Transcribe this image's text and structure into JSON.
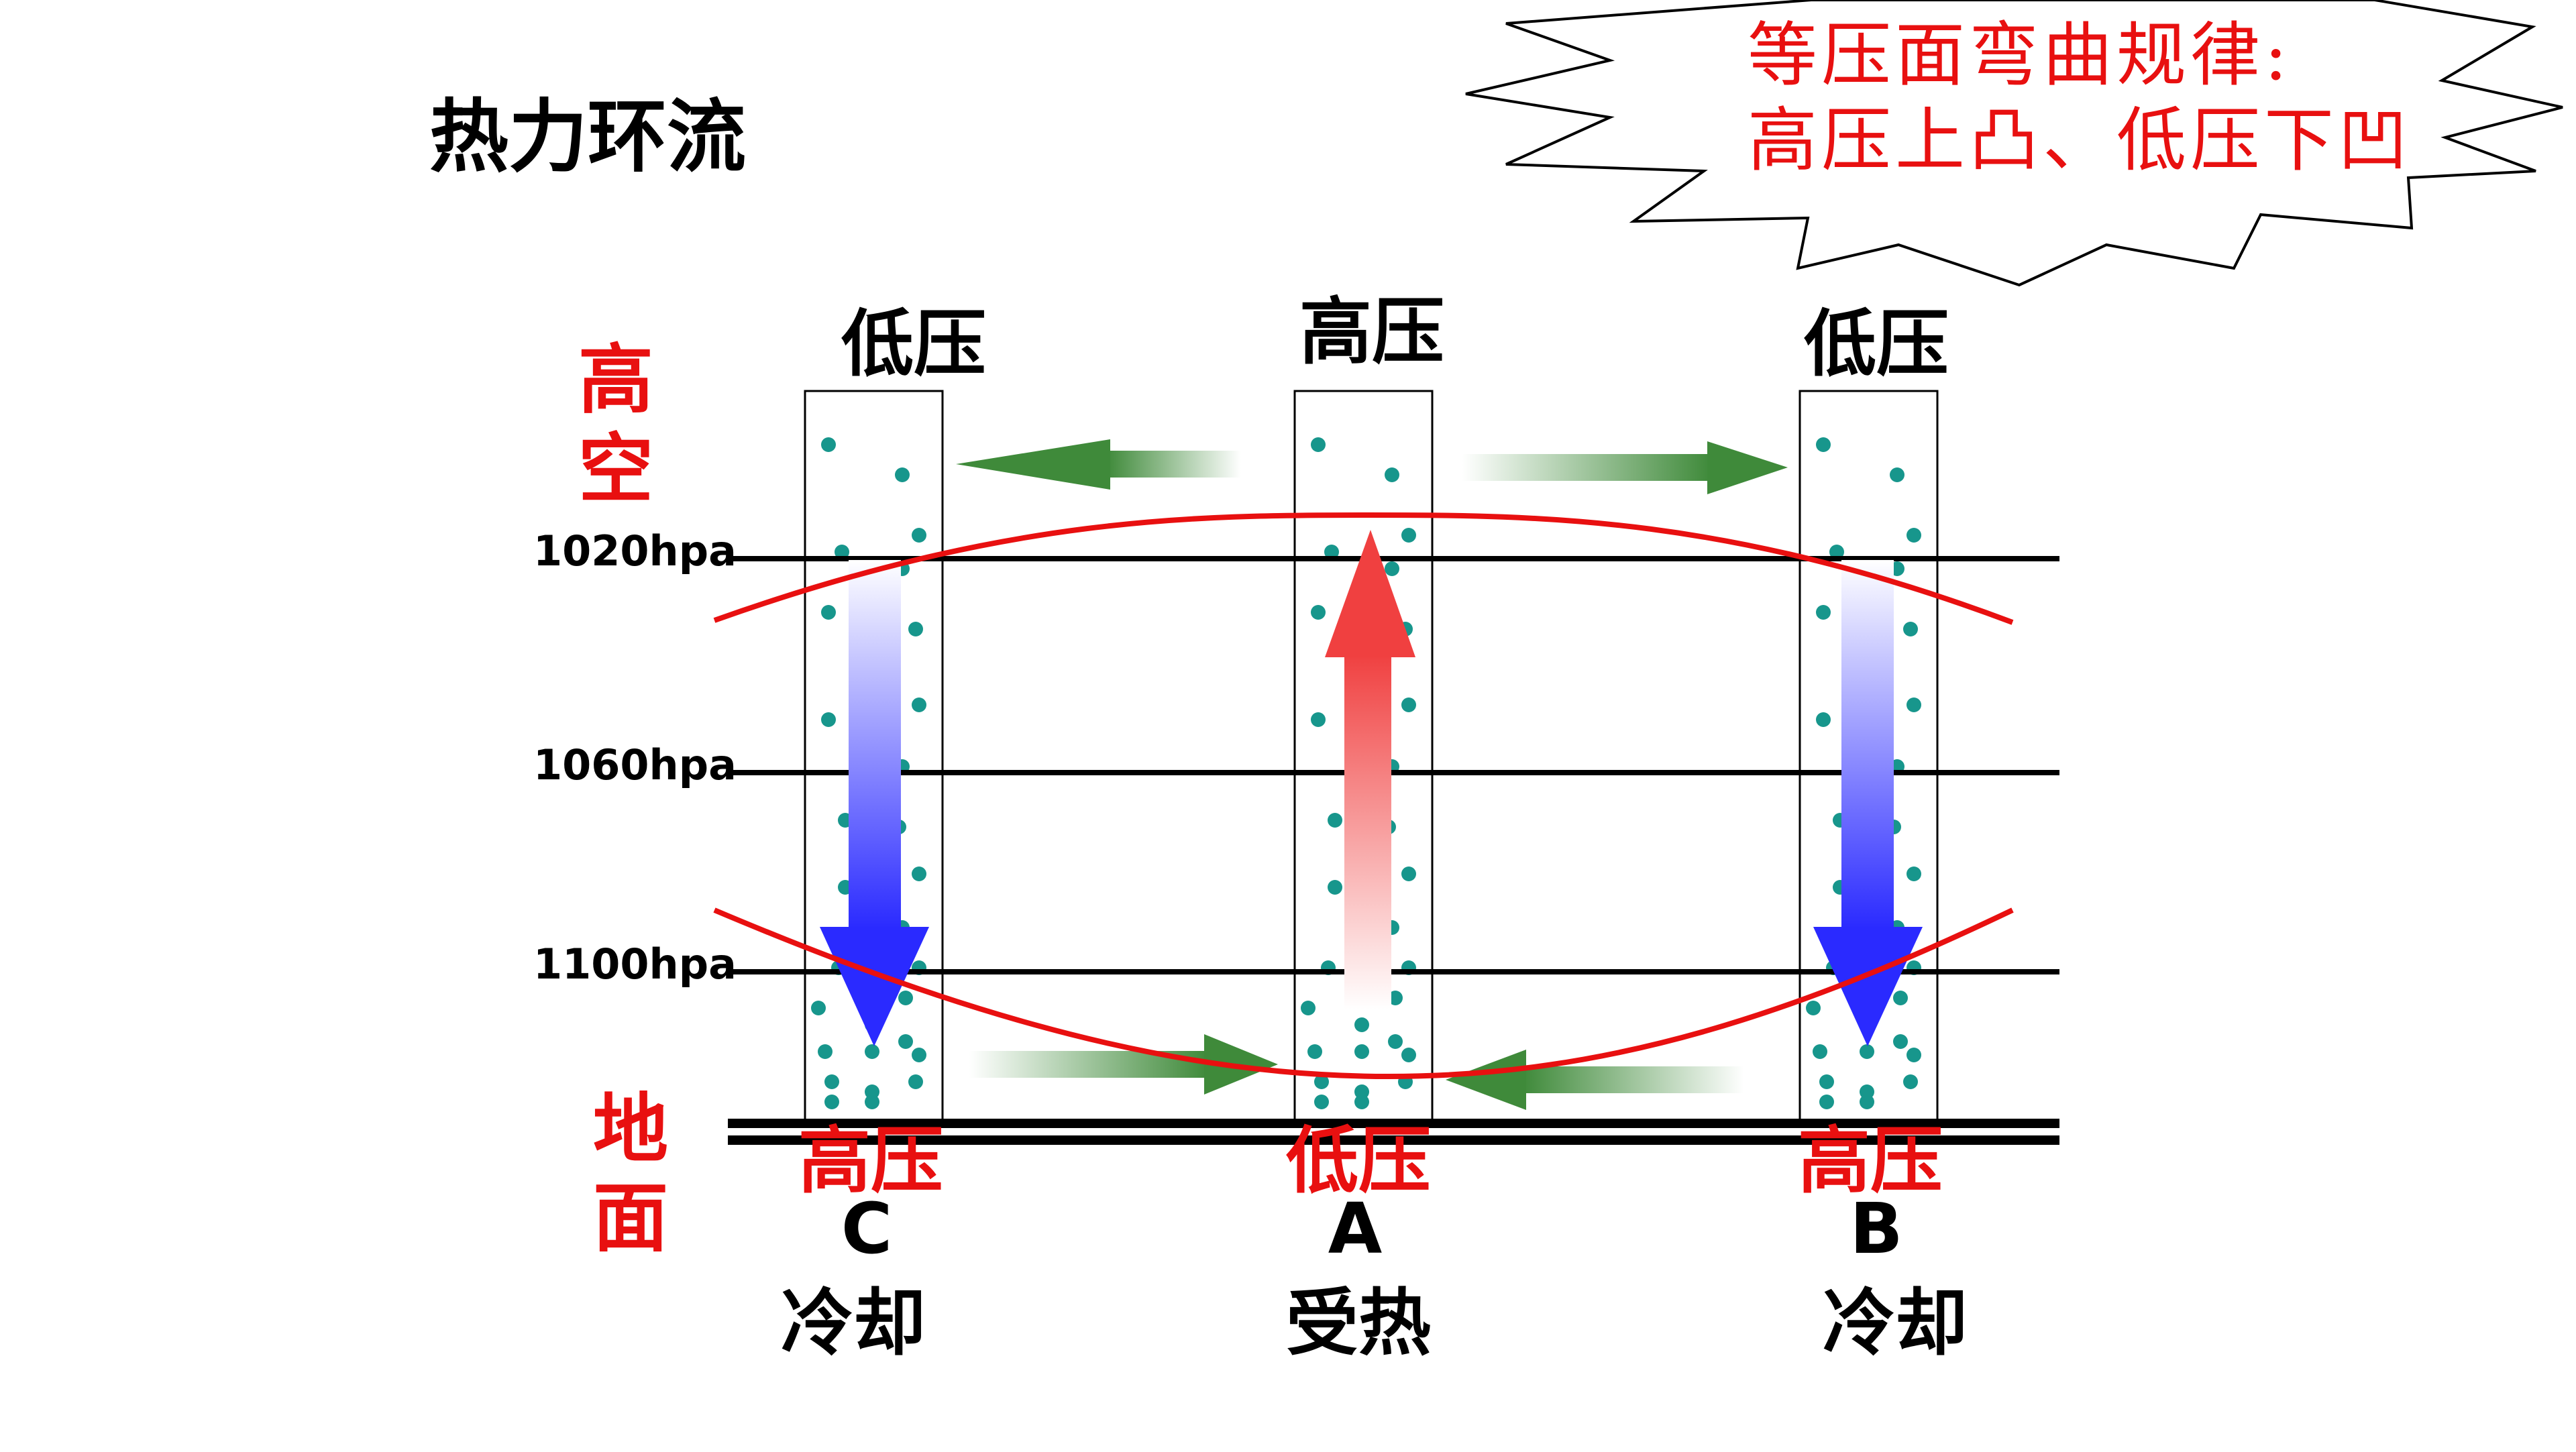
{
  "title": "热力环流",
  "callout": {
    "line1": "等压面弯曲规律:",
    "line2": "高压上凸、低压下凹"
  },
  "side_labels": {
    "upper": [
      "高",
      "空"
    ],
    "ground": [
      "地",
      "面"
    ]
  },
  "isobars": [
    {
      "label": "1020hpa"
    },
    {
      "label": "1060hpa"
    },
    {
      "label": "1100hpa"
    }
  ],
  "columns": [
    {
      "id": "C",
      "upper_pressure": "低压",
      "ground_pressure": "高压",
      "letter": "C",
      "state": "冷却",
      "flow": "down"
    },
    {
      "id": "A",
      "upper_pressure": "高压",
      "ground_pressure": "低压",
      "letter": "A",
      "state": "受热",
      "flow": "up"
    },
    {
      "id": "B",
      "upper_pressure": "低压",
      "ground_pressure": "高压",
      "letter": "B",
      "state": "冷却",
      "flow": "down"
    }
  ],
  "colors": {
    "red": "#e81010",
    "black": "#000000",
    "dot": "#17968c",
    "arrow_green": "#3f8a3a",
    "arrow_blue": "#2a2aff",
    "arrow_red": "#f04040"
  }
}
